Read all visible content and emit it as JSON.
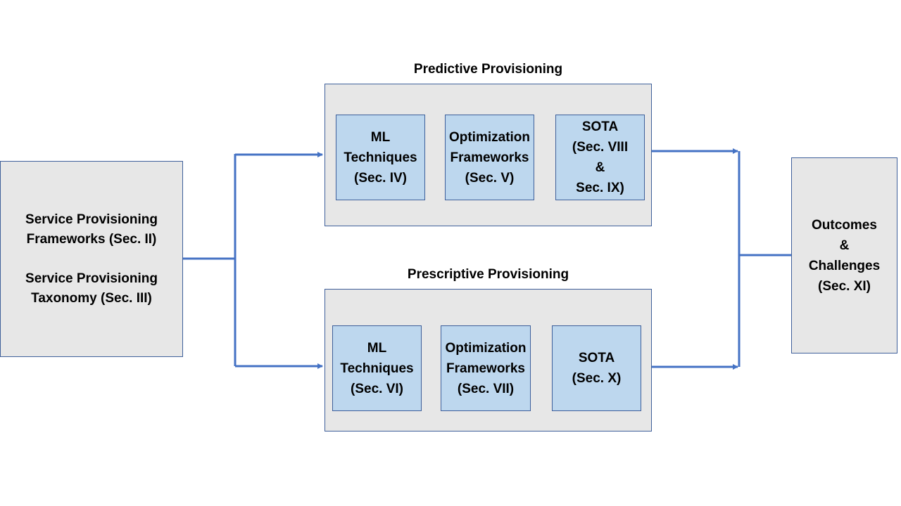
{
  "left_box": {
    "frameworks": [
      "Service Provisioning",
      "Frameworks (Sec. II)"
    ],
    "taxonomy": [
      "Service Provisioning",
      "Taxonomy (Sec. III)"
    ]
  },
  "predictive": {
    "title": "Predictive Provisioning",
    "ml": [
      "ML",
      "Techniques",
      "(Sec. IV)"
    ],
    "opt": [
      "Optimization",
      "Frameworks",
      "(Sec. V)"
    ],
    "sota": [
      "SOTA",
      "(Sec. VIII",
      "&",
      "Sec. IX)"
    ]
  },
  "prescriptive": {
    "title": "Prescriptive Provisioning",
    "ml": [
      "ML",
      "Techniques",
      "(Sec. VI)"
    ],
    "opt": [
      "Optimization",
      "Frameworks",
      "(Sec. VII)"
    ],
    "sota": [
      "SOTA",
      "(Sec. X)"
    ]
  },
  "right_box": [
    "Outcomes",
    "&",
    "Challenges",
    "(Sec. XI)"
  ],
  "colors": {
    "arrow": "#4472c4",
    "panel": "#e7e7e7",
    "inner": "#bdd7ee",
    "border": "#3e5f9a"
  }
}
